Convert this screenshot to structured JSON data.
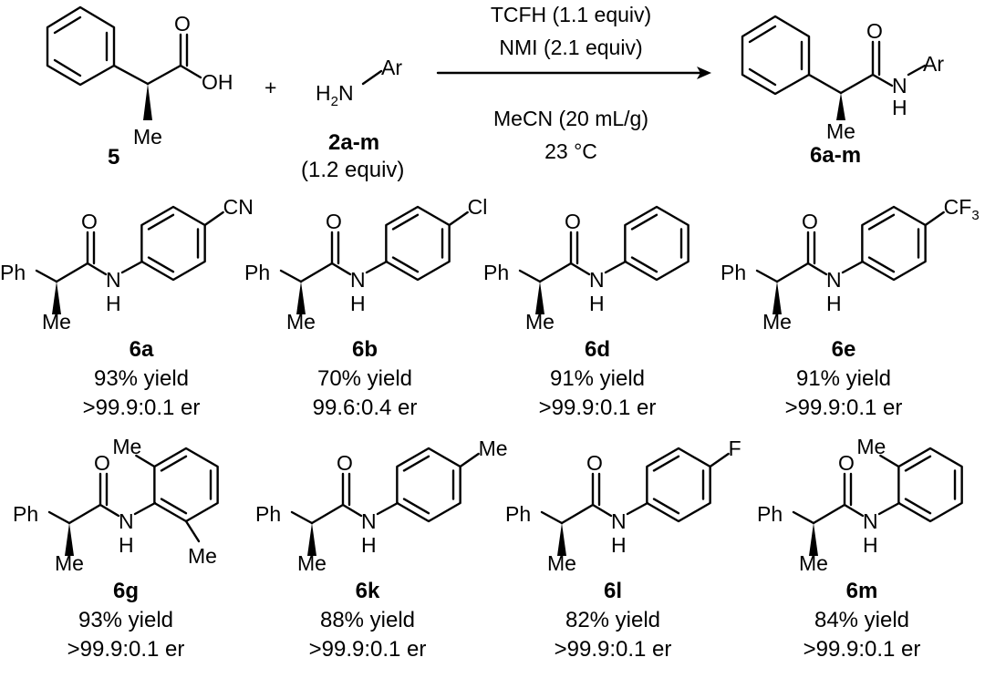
{
  "reaction": {
    "acid_id": "5",
    "acid_oh": "OH",
    "acid_me": "Me",
    "plus": "+",
    "amine_h2n": "H2N",
    "amine_ar": "Ar",
    "amine_id": "2a-m",
    "amine_equiv": "(1.2 equiv)",
    "cond_1": "TCFH (1.1 equiv)",
    "cond_2": "NMI (2.1 equiv)",
    "cond_3": "MeCN (20 mL/g)",
    "cond_4": "23 °C",
    "product_id": "6a-m",
    "product_ar": "Ar",
    "product_n": "N",
    "product_h": "H",
    "product_me": "Me",
    "o": "O"
  },
  "common": {
    "ph": "Ph",
    "me": "Me",
    "o": "O",
    "n": "N",
    "h": "H"
  },
  "products": [
    {
      "id": "6a",
      "yield": "93% yield",
      "er": ">99.9:0.1 er",
      "subst": "CN"
    },
    {
      "id": "6b",
      "yield": "70% yield",
      "er": "99.6:0.4 er",
      "subst": "Cl"
    },
    {
      "id": "6d",
      "yield": "91% yield",
      "er": ">99.9:0.1 er",
      "subst": ""
    },
    {
      "id": "6e",
      "yield": "91% yield",
      "er": ">99.9:0.1 er",
      "subst": "CF3"
    },
    {
      "id": "6g",
      "yield": "93% yield",
      "er": ">99.9:0.1 er",
      "subst": "2,6-Me",
      "o_me": "Me",
      "o_me2": "Me"
    },
    {
      "id": "6k",
      "yield": "88% yield",
      "er": ">99.9:0.1 er",
      "subst": "Me"
    },
    {
      "id": "6l",
      "yield": "82% yield",
      "er": ">99.9:0.1 er",
      "subst": "F"
    },
    {
      "id": "6m",
      "yield": "84% yield",
      "er": ">99.9:0.1 er",
      "subst": "2-Me",
      "o_me": "Me"
    }
  ]
}
